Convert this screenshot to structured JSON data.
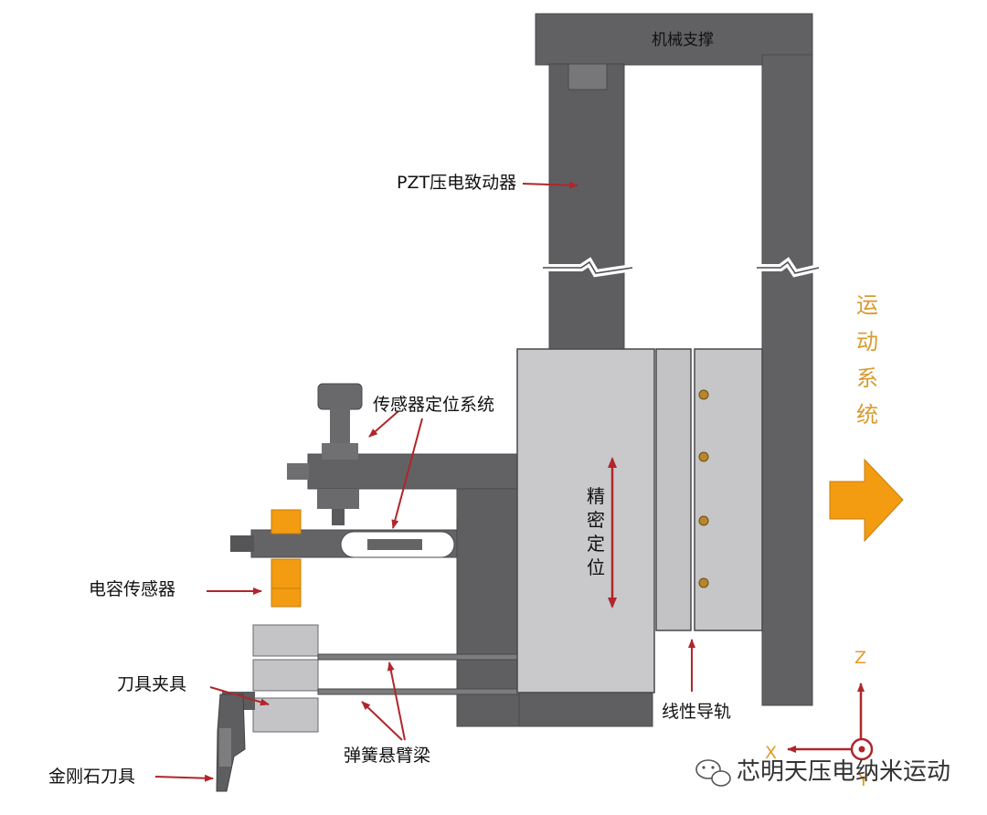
{
  "labels": {
    "mechanical_support": "机械支撑",
    "pzt_actuator": "PZT压电致动器",
    "sensor_positioning": "传感器定位系统",
    "capacitive_sensor": "电容传感器",
    "tool_holder": "刀具夹具",
    "diamond_tool": "金刚石刀具",
    "cantilever_spring": "弹簧悬臂梁",
    "linear_guide": "线性导轨",
    "precision_positioning": [
      "精",
      "密",
      "定",
      "位"
    ],
    "motion_system": [
      "运",
      "动",
      "系",
      "统"
    ]
  },
  "axes": {
    "z": "Z",
    "x": "X",
    "y": "Y"
  },
  "watermark": "芯明天压电纳米运动",
  "colors": {
    "dark_gray": "#5f5f62",
    "mid_gray": "#a6a6a9",
    "light_gray": "#c9c9cb",
    "orange": "#f39c12",
    "arrow_red": "#b0262a",
    "bolt": "#b8862b"
  },
  "icons": [
    "wechat-icon"
  ]
}
